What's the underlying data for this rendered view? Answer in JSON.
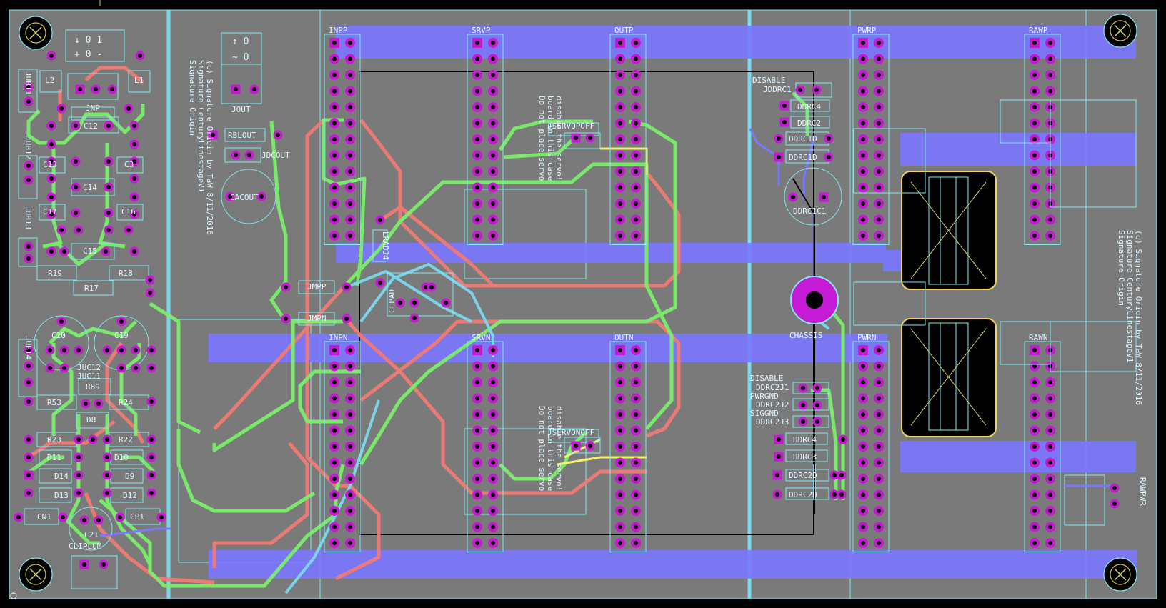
{
  "colors": {
    "board": "#7a7a7a",
    "background": "#000000",
    "top_trace": "#7bee6b",
    "bottom_trace": "#f27a74",
    "inner_trace": "#7ad8ee",
    "pour": "#7b77ff",
    "pad": "#c41ad1",
    "silk": "#dff4ff",
    "outline": "#7fe9f0",
    "chassis_pad": "#c61bd6"
  },
  "board_text": {
    "left_block": [
      "Signature Origin",
      "Signature CenturyLinestageV1",
      "(c) Signature Origin by TaW 8/11/2016"
    ],
    "right_block": [
      "Signature Origin",
      "Signature CenturyLinestageV1",
      "(c) Signature Origin by TaW 8/11/2016"
    ],
    "servo_note_top": [
      "Do not place servo",
      "board in this case",
      "disable the servo!"
    ],
    "servo_note_bottom": [
      "Do not place servo",
      "board in this case",
      "disable the servo!"
    ]
  },
  "headers": [
    {
      "id": "INPP",
      "label": "INPP"
    },
    {
      "id": "SRVP",
      "label": "SRVP"
    },
    {
      "id": "OUTP",
      "label": "OUTP"
    },
    {
      "id": "PWRP",
      "label": "PWRP"
    },
    {
      "id": "RAWP",
      "label": "RAWP"
    },
    {
      "id": "INPN",
      "label": "INPN"
    },
    {
      "id": "SRVN",
      "label": "SRVN"
    },
    {
      "id": "OUTN",
      "label": "OUTN"
    },
    {
      "id": "PWRN",
      "label": "PWRN"
    },
    {
      "id": "RAWN",
      "label": "RAWN"
    }
  ],
  "component_labels": {
    "JUB11": "JUB11",
    "JUB12": "JUB12",
    "JUB13": "JUB13",
    "JUB14": "JUB14",
    "L1": "L1",
    "L2": "L2",
    "JNP": "JNP",
    "C12": "C12",
    "C13": "C13",
    "C3": "C3",
    "C14": "C14",
    "C17": "C17",
    "C16": "C16",
    "C15": "C15",
    "R19": "R19",
    "R17": "R17",
    "R18": "R18",
    "C20": "C20",
    "C19": "C19",
    "JUC12": "JUC12",
    "JUC11": "JUC11",
    "R89": "R89",
    "R53": "R53",
    "R24": "R24",
    "D8": "D8",
    "R23": "R23",
    "R22": "R22",
    "D11": "D11",
    "D10": "D10",
    "D14": "D14",
    "D9": "D9",
    "D13": "D13",
    "D12": "D12",
    "CN1": "CN1",
    "C21": "C21",
    "CP1": "CP1",
    "CLIPLUM": "CLIPLUM",
    "JOUT": "JOUT",
    "RBLOUT": "RBLOUT",
    "JDCOUT": "JDCOUT",
    "CACOUT": "CACOUT",
    "JMPP": "JMPP",
    "JMPN": "JMPN",
    "CLPAD": "CLPAD",
    "LRADJ4": "LRADJ4",
    "JSERVOPOFF": "JSERVOPOFF",
    "JSERVONOFF": "JSERVONOFF",
    "DISABLE_TOP": "DISABLE",
    "JDDRC1": "JDDRC1",
    "DDRC4_TOP": "DDRC4",
    "DDRC2_TOP": "DDRC2",
    "DDRC1D": "DDRC1D",
    "DDRC1DB": "DDRC1D",
    "DDRC1C1": "DDRC1C1",
    "CHASSIS": "CHASSIS",
    "DISABLE_BOT": "DISABLE",
    "DDRC2J1": "DDRC2J1",
    "PWRGND": "PWRGND",
    "DDRC2J2": "DDRC2J2",
    "SIGGND": "SIGGND",
    "DDRC2J3": "DDRC2J3",
    "DDRC4_BOT": "DDRC4",
    "DDRC3": "DDRC3",
    "DDRC2D": "DDRC2D",
    "DDRC2DB": "DDRC2D",
    "RAWPWR": "RAWPWR"
  },
  "jumper_glyphs": {
    "JNP_top": "↓ 0 1",
    "JNP_bot": "+ 0 -",
    "JOUT_top": "↑ 0",
    "JOUT_bot": "~ 0"
  }
}
